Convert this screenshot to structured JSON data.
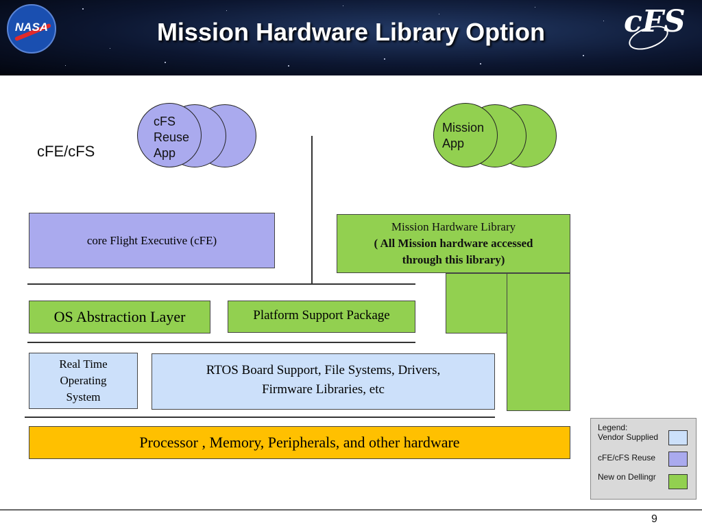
{
  "header": {
    "title": "Mission Hardware Library Option",
    "nasa_logo_text": "NASA",
    "cfs_logo_text": "cFS"
  },
  "left_label": "cFE/cFS",
  "reuse_app": {
    "label_line1": "cFS",
    "label_line2": "Reuse",
    "label_line3": "App"
  },
  "mission_app": {
    "label_line1": "Mission",
    "label_line2": "App"
  },
  "cfe_box": {
    "label": "core Flight Executive (cFE)"
  },
  "mhl_box": {
    "line1": "Mission Hardware Library",
    "line2": "( All Mission hardware accessed",
    "line3": "through this library)"
  },
  "osal_box": {
    "label": "OS Abstraction Layer"
  },
  "psp_box": {
    "label": "Platform Support Package"
  },
  "rtos_box": {
    "line1": "Real Time",
    "line2": "Operating",
    "line3": "System"
  },
  "bsp_box": {
    "line1": "RTOS Board Support, File Systems, Drivers,",
    "line2": "Firmware Libraries, etc"
  },
  "hw_box": {
    "label": "Processor , Memory, Peripherals, and other hardware"
  },
  "legend": {
    "title": "Legend:",
    "vendor": "Vendor Supplied",
    "reuse": "cFE/cFS Reuse",
    "new": "New on Dellingr"
  },
  "colors": {
    "vendor": "#cce0fa",
    "reuse": "#aaaaee",
    "new": "#92d050",
    "hardware": "#ffc000",
    "legend_bg": "#d9d9d9"
  },
  "page_number": "9"
}
